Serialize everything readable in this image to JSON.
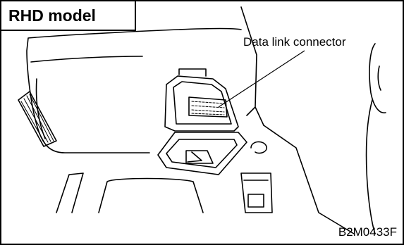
{
  "diagram": {
    "title": "RHD model",
    "callout_label": "Data link connector",
    "figure_code": "B2M0433F",
    "line_color": "#000000",
    "background_color": "#ffffff"
  }
}
